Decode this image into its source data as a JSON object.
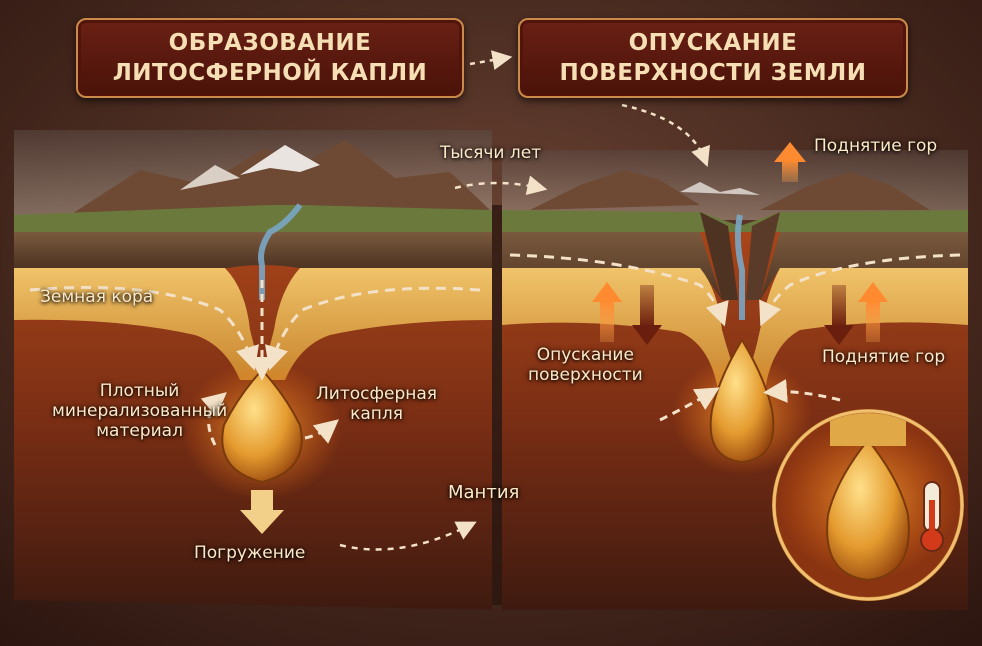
{
  "titles": {
    "left": [
      "ОБРАЗОВАНИЕ",
      "ЛИТОСФЕРНОЙ КАПЛИ"
    ],
    "right": [
      "ОПУСКАНИЕ",
      "ПОВЕРХНОСТИ ЗЕМЛИ"
    ]
  },
  "labels": {
    "thousands_years": "Тысячи лет",
    "earth_crust": "Земная кора",
    "dense_material": [
      "Плотный",
      "минерализованный",
      "материал"
    ],
    "lithospheric_drop": [
      "Литосферная",
      "капля"
    ],
    "mantle": "Мантия",
    "sinking": "Погружение",
    "mountain_uplift_top": "Поднятие гор",
    "surface_subsidence": [
      "Опускание",
      "поверхности"
    ],
    "mountain_uplift_right": "Поднятие гор"
  },
  "icons": [
    "mountain-icon",
    "river-icon",
    "arrow-up-icon",
    "arrow-down-icon",
    "thermometer-icon"
  ],
  "colors": {
    "title_bg": "#5a170c",
    "title_text": "#f6dfb4",
    "title_border": "#c98a4a",
    "crust": "#e0a847",
    "mantle": "#8a3212",
    "drop": "#f0b040",
    "uplift_arrow": "#f08a3a",
    "subsidence_arrow": "#7a2a14"
  }
}
